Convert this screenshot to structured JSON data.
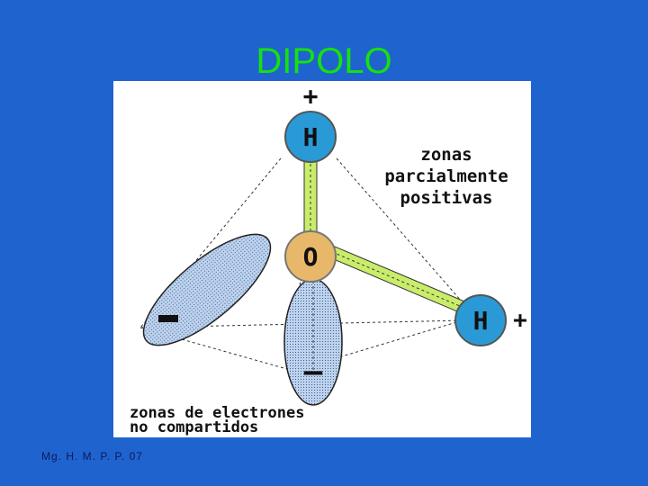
{
  "slide": {
    "title": "DIPOLO",
    "footer": "Mg. H. M. P. P. 07"
  },
  "diagram": {
    "atoms": {
      "hydrogen_top": "H",
      "oxygen": "O",
      "hydrogen_right": "H"
    },
    "charges": {
      "top_plus": "+",
      "right_plus": "+",
      "left_minus": "-",
      "bottom_minus": "–"
    },
    "labels": {
      "positive_zone_line1": "zonas",
      "positive_zone_line2": "parcialmente",
      "positive_zone_line3": "positivas",
      "lone_pair_line1": "zonas de electrones",
      "lone_pair_line2": "no compartidos"
    },
    "colors": {
      "background": "#1f63cf",
      "title": "#16e00f",
      "hydrogen": "#2a9ad6",
      "oxygen": "#e8b86a",
      "bond": "#c9ec6a",
      "lobe": "#bcd3f0"
    }
  }
}
